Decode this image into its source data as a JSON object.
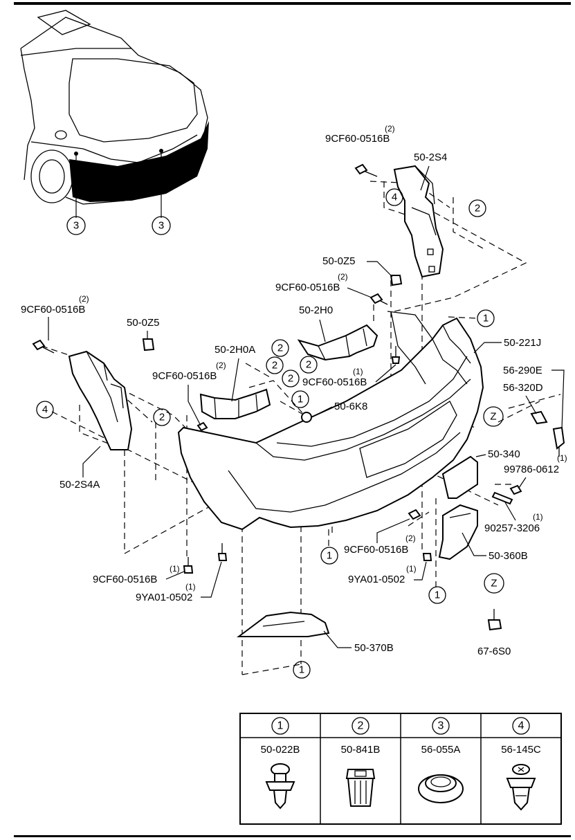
{
  "labels": {
    "top_screw_qty": "(2)",
    "top_screw": "9CF60-0516B",
    "bracket_right_upper": "50-2S4",
    "clip_center": "50-0Z5",
    "center_screw_qty": "(2)",
    "center_screw": "9CF60-0516B",
    "bracket_center": "50-2H0",
    "left_screw_qty": "(2)",
    "left_screw": "9CF60-0516B",
    "clip_left": "50-0Z5",
    "bracket_left_center": "50-2H0A",
    "left_mid_screw_qty": "(2)",
    "left_mid_screw": "9CF60-0516B",
    "lower_center_screw_qty": "(1)",
    "lower_center_screw": "9CF60-0516B",
    "nut": "50-6K8",
    "bumper": "50-221J",
    "part_290": "56-290E",
    "part_320": "56-320D",
    "bracket_left": "50-2S4A",
    "part_340": "50-340",
    "bolt_99786_qty": "(1)",
    "bolt_99786": "99786-0612",
    "bolt_90257_qty": "(1)",
    "bolt_90257": "90257-3206",
    "lower_screw_qty": "(2)",
    "lower_screw": "9CF60-0516B",
    "reflector_right": "50-360B",
    "left_bottom_screw_qty": "(1)",
    "left_bottom_screw": "9CF60-0516B",
    "left_bolt_qty": "(1)",
    "left_bolt": "9YA01-0502",
    "right_bolt_qty": "(1)",
    "right_bolt": "9YA01-0502",
    "reflector_center": "50-370B",
    "clip_z": "67-6S0",
    "zone_z": "Z"
  },
  "markers": [
    "1",
    "2",
    "3",
    "4"
  ],
  "legend": {
    "columns": [
      {
        "number": "1",
        "code": "50-022B"
      },
      {
        "number": "2",
        "code": "50-841B"
      },
      {
        "number": "3",
        "code": "56-055A"
      },
      {
        "number": "4",
        "code": "56-145C"
      }
    ]
  }
}
